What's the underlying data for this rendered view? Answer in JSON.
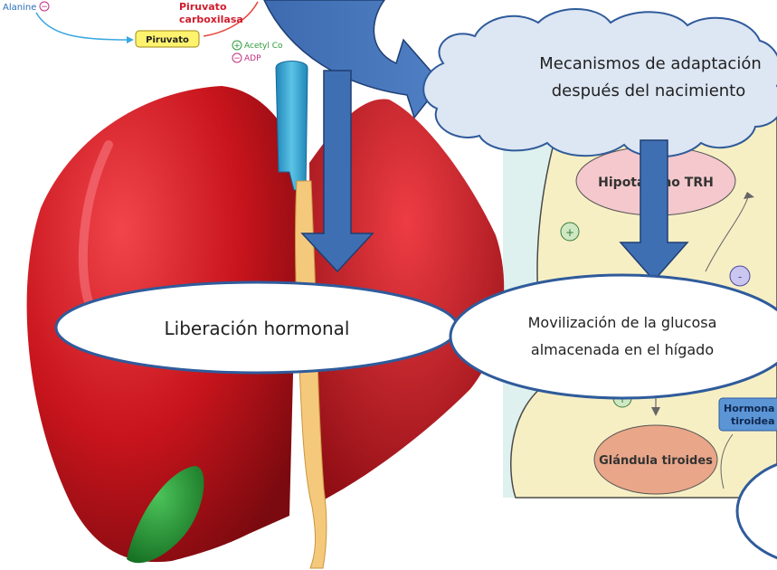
{
  "pathway": {
    "alanine": "Alanine",
    "pyruvate": "Piruvato",
    "enzyme_line1": "Piruvato",
    "enzyme_line2": "carboxilasa",
    "acetyl": "Acetyl Co",
    "adp": "ADP",
    "plus": "+",
    "minus": "−"
  },
  "axis": {
    "hypothalamus": "Hipotálamo TRH",
    "thyroid_gland": "Glándula tiroides",
    "hormone_line1": "Hormona",
    "hormone_line2": "tiroidea",
    "plus": "+",
    "minus": "-"
  },
  "callouts": {
    "adaptation_line1": "Mecanismos de adaptación",
    "adaptation_line2": "después del nacimiento",
    "hormonal_release": "Liberación hormonal",
    "glucose_line1": "Movilización de la glucosa",
    "glucose_line2": "almacenada en el hígado"
  },
  "colors": {
    "arrow_blue": "#3f6fb3",
    "liver_red": "#c8141c",
    "gallbladder_green": "#1f8a2e",
    "panel_yellow": "#f7efc4",
    "callout_border": "#2f5b9b"
  }
}
